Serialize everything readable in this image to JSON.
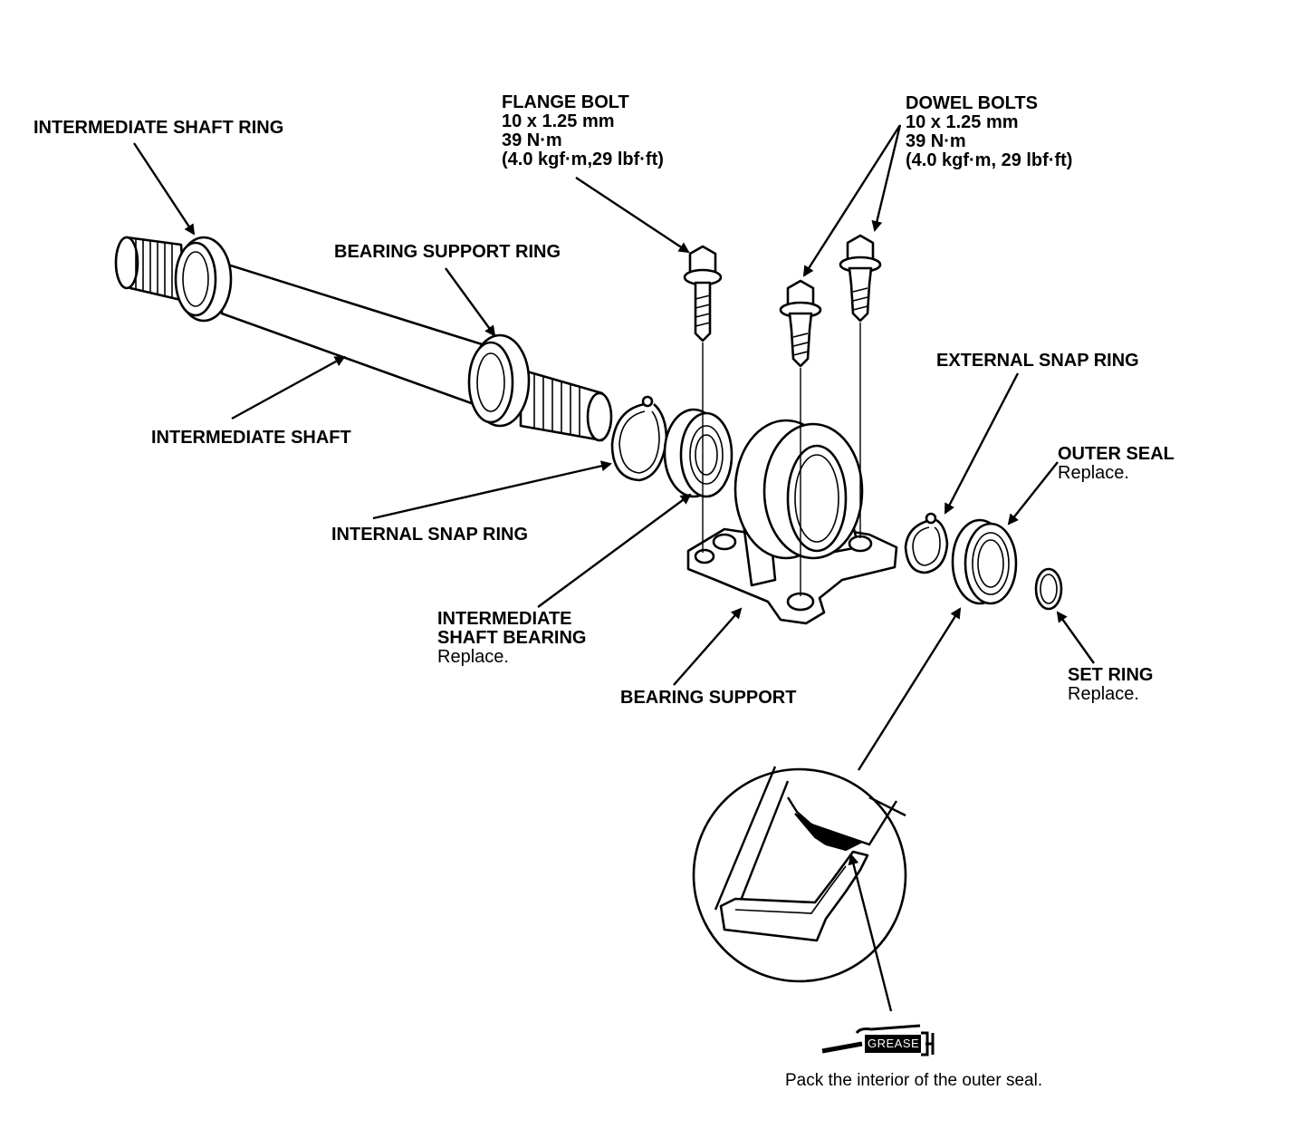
{
  "labels": {
    "intermediate_shaft_ring": "INTERMEDIATE SHAFT RING",
    "flange_bolt": {
      "name": "FLANGE BOLT",
      "size": "10 x 1.25 mm",
      "torque": "39 N·m",
      "torque_alt": "(4.0 kgf·m,29 lbf·ft)"
    },
    "dowel_bolts": {
      "name": "DOWEL BOLTS",
      "size": "10 x 1.25 mm",
      "torque": "39 N·m",
      "torque_alt": "(4.0 kgf·m, 29 lbf·ft)"
    },
    "bearing_support_ring": "BEARING SUPPORT RING",
    "intermediate_shaft": "INTERMEDIATE SHAFT",
    "external_snap_ring": "EXTERNAL SNAP RING",
    "outer_seal": {
      "name": "OUTER SEAL",
      "note": "Replace."
    },
    "internal_snap_ring": "INTERNAL SNAP RING",
    "intermediate_shaft_bearing": {
      "line1": "INTERMEDIATE",
      "line2": "SHAFT BEARING",
      "note": "Replace."
    },
    "bearing_support": "BEARING SUPPORT",
    "set_ring": {
      "name": "SET RING",
      "note": "Replace."
    },
    "grease_tag": "GREASE",
    "grease_instruction": "Pack the interior of the outer seal."
  }
}
